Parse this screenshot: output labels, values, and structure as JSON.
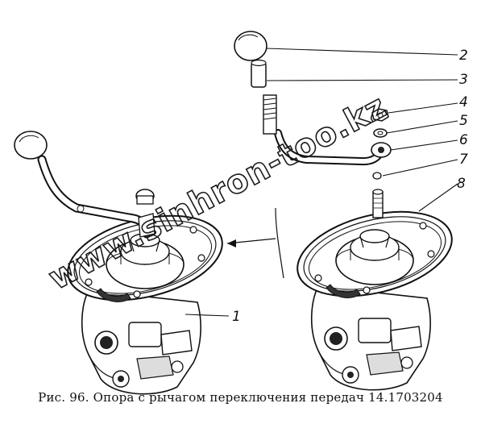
{
  "figure": {
    "caption": "Рис. 96. Опора с рычагом переключения передач 14.1703204",
    "watermark": "www.sinhron-too.kz",
    "callouts": [
      "1",
      "2",
      "3",
      "4",
      "5",
      "6",
      "7",
      "8"
    ]
  }
}
